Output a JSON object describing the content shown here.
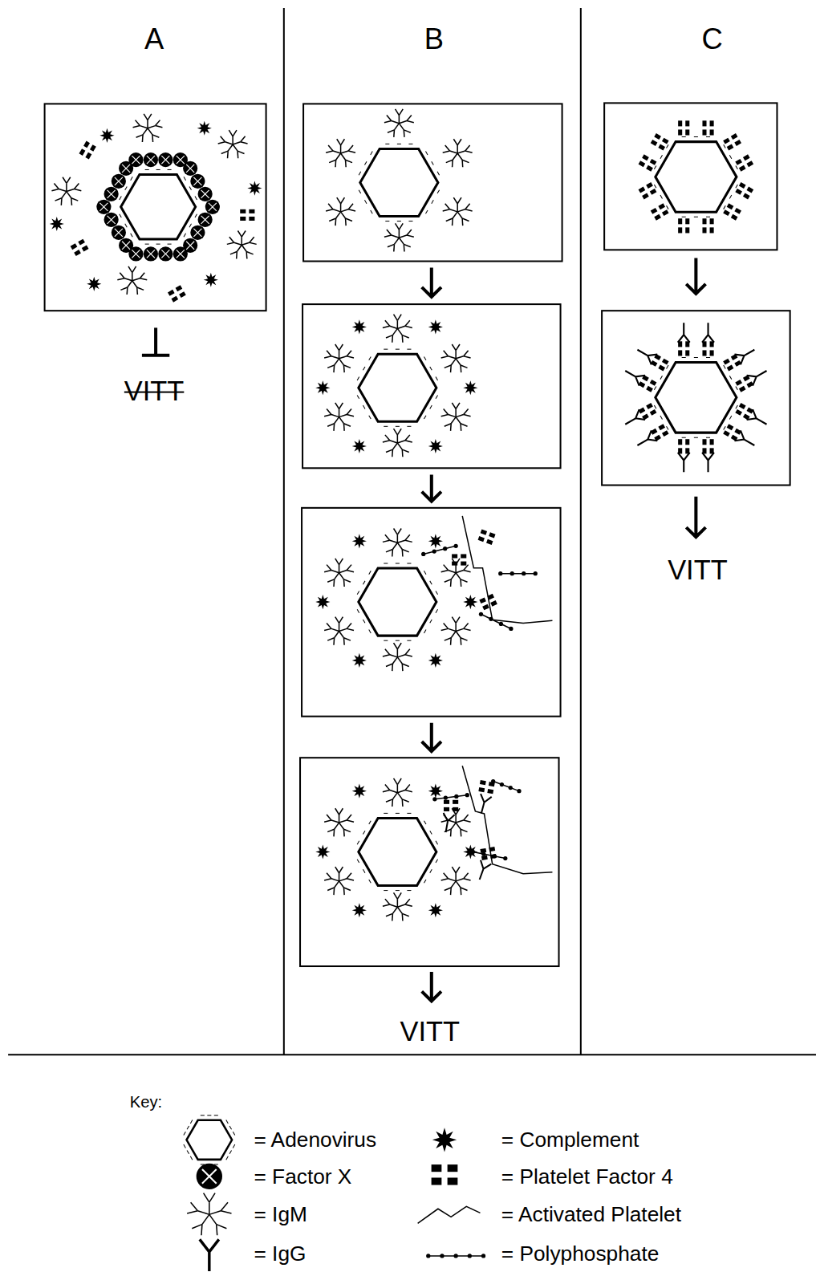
{
  "diagram": {
    "labels": [
      "A",
      "B",
      "C",
      "VITT",
      "VITT",
      "VITT",
      "Key:"
    ],
    "legend": [
      {
        "text": "= Adenovirus"
      },
      {
        "text": "= Complement"
      },
      {
        "text": "= Factor X"
      },
      {
        "text": "= Platelet Factor 4"
      },
      {
        "text": "= IgM"
      },
      {
        "text": "= Activated Platelet"
      },
      {
        "text": "= IgG"
      },
      {
        "text": "= Polyphosphate"
      }
    ]
  }
}
